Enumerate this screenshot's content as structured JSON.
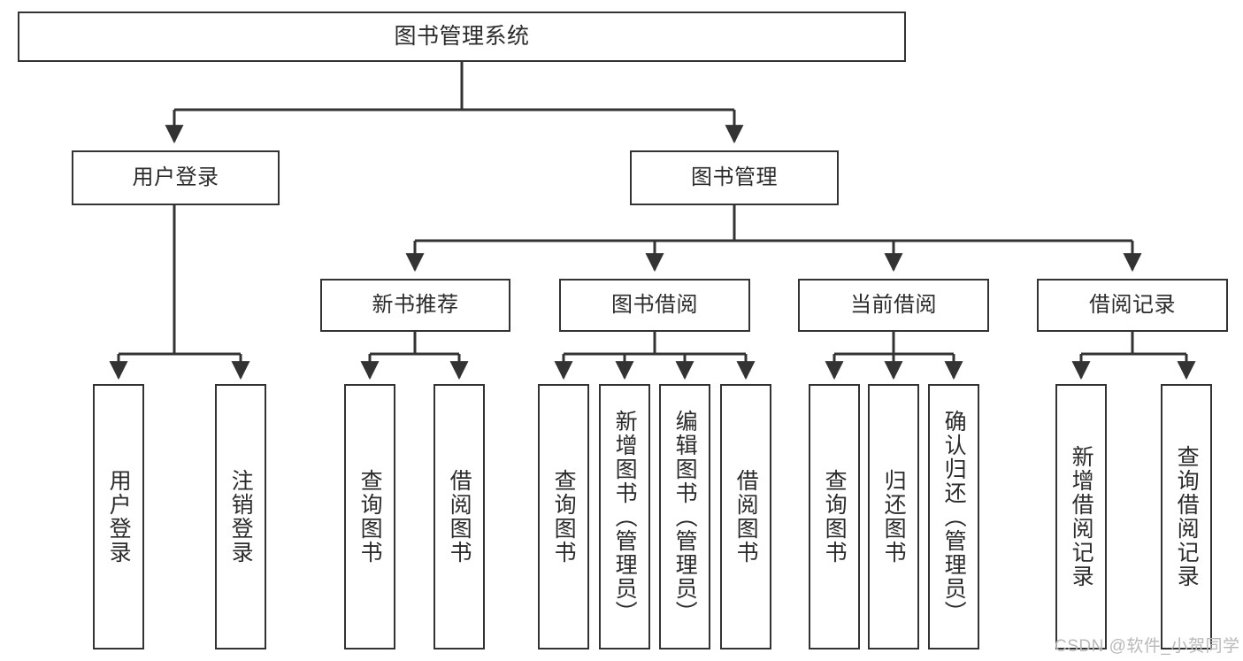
{
  "diagram": {
    "title": "图书管理系统",
    "type": "hierarchy-tree",
    "watermark": "CSDN @软件_小贺同学",
    "colors": {
      "stroke": "#333333",
      "fill": "#ffffff",
      "text": "#2b2b2b",
      "watermark": "#b9b9b9"
    },
    "levels": {
      "level1": [
        "图书管理系统"
      ],
      "level2": [
        "用户登录",
        "图书管理"
      ],
      "level3": [
        "新书推荐",
        "图书借阅",
        "当前借阅",
        "借阅记录"
      ],
      "level4": [
        "用户登录",
        "注销登录",
        "查询图书",
        "借阅图书",
        "查询图书",
        "新增图书（管理员）",
        "编辑图书（管理员）",
        "借阅图书",
        "查询图书",
        "归还图书",
        "确认归还（管理员）",
        "新增借阅记录",
        "查询借阅记录"
      ]
    },
    "nodes": {
      "root": {
        "label": "图书管理系统"
      },
      "user_login": {
        "label": "用户登录"
      },
      "book_mgmt": {
        "label": "图书管理"
      },
      "new_book_rec": {
        "label": "新书推荐"
      },
      "book_borrow": {
        "label": "图书借阅"
      },
      "current_borrow": {
        "label": "当前借阅"
      },
      "borrow_record": {
        "label": "借阅记录"
      },
      "leaf_user_login": {
        "label": "用户登录"
      },
      "leaf_logout": {
        "label": "注销登录"
      },
      "leaf_query_book_1": {
        "label": "查询图书"
      },
      "leaf_borrow_book_1": {
        "label": "借阅图书"
      },
      "leaf_query_book_2": {
        "label": "查询图书"
      },
      "leaf_add_book": {
        "label": "新增图书（管理员）"
      },
      "leaf_edit_book": {
        "label": "编辑图书（管理员）"
      },
      "leaf_borrow_book_2": {
        "label": "借阅图书"
      },
      "leaf_query_book_3": {
        "label": "查询图书"
      },
      "leaf_return_book": {
        "label": "归还图书"
      },
      "leaf_confirm_return": {
        "label": "确认归还（管理员）"
      },
      "leaf_add_record": {
        "label": "新增借阅记录"
      },
      "leaf_query_record": {
        "label": "查询借阅记录"
      }
    },
    "edges": [
      {
        "from": "root",
        "to": "user_login"
      },
      {
        "from": "root",
        "to": "book_mgmt"
      },
      {
        "from": "user_login",
        "to": "leaf_user_login"
      },
      {
        "from": "user_login",
        "to": "leaf_logout"
      },
      {
        "from": "book_mgmt",
        "to": "new_book_rec"
      },
      {
        "from": "book_mgmt",
        "to": "book_borrow"
      },
      {
        "from": "book_mgmt",
        "to": "current_borrow"
      },
      {
        "from": "book_mgmt",
        "to": "borrow_record"
      },
      {
        "from": "new_book_rec",
        "to": "leaf_query_book_1"
      },
      {
        "from": "new_book_rec",
        "to": "leaf_borrow_book_1"
      },
      {
        "from": "book_borrow",
        "to": "leaf_query_book_2"
      },
      {
        "from": "book_borrow",
        "to": "leaf_add_book"
      },
      {
        "from": "book_borrow",
        "to": "leaf_edit_book"
      },
      {
        "from": "book_borrow",
        "to": "leaf_borrow_book_2"
      },
      {
        "from": "current_borrow",
        "to": "leaf_query_book_3"
      },
      {
        "from": "current_borrow",
        "to": "leaf_return_book"
      },
      {
        "from": "current_borrow",
        "to": "leaf_confirm_return"
      },
      {
        "from": "borrow_record",
        "to": "leaf_add_record"
      },
      {
        "from": "borrow_record",
        "to": "leaf_query_record"
      }
    ]
  }
}
